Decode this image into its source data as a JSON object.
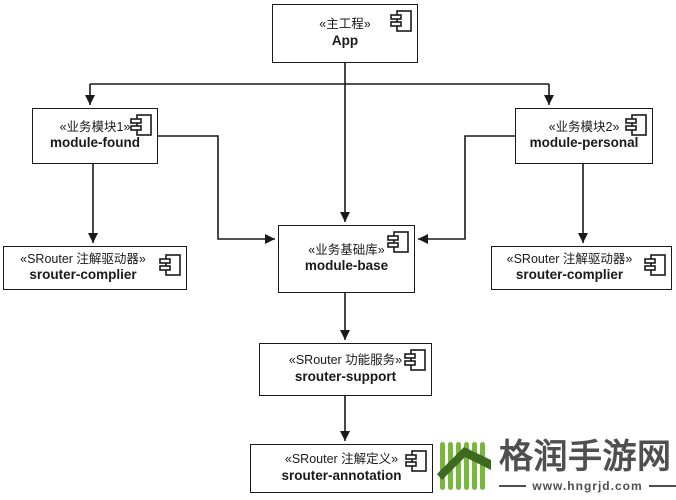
{
  "diagram": {
    "type": "uml-component-diagram",
    "line_color": "#1a1a1a",
    "node_background": "#ffffff",
    "nodes": {
      "app": {
        "stereotype": "«主工程»",
        "name": "App"
      },
      "module_found": {
        "stereotype": "«业务模块1»",
        "name": "module-found"
      },
      "module_personal": {
        "stereotype": "«业务模块2»",
        "name": "module-personal"
      },
      "module_base": {
        "stereotype": "«业务基础库»",
        "name": "module-base"
      },
      "srouter_complier_left": {
        "stereotype": "«SRouter 注解驱动器»",
        "name": "srouter-complier"
      },
      "srouter_complier_right": {
        "stereotype": "«SRouter 注解驱动器»",
        "name": "srouter-complier"
      },
      "srouter_support": {
        "stereotype": "«SRouter 功能服务»",
        "name": "srouter-support"
      },
      "srouter_annotation": {
        "stereotype": "«SRouter 注解定义»",
        "name": "srouter-annotation"
      }
    },
    "edges": [
      {
        "from": "App",
        "to": "module-found"
      },
      {
        "from": "App",
        "to": "module-personal"
      },
      {
        "from": "App",
        "to": "module-base"
      },
      {
        "from": "module-found",
        "to": "module-base"
      },
      {
        "from": "module-personal",
        "to": "module-base"
      },
      {
        "from": "module-found",
        "to": "srouter-complier"
      },
      {
        "from": "module-personal",
        "to": "srouter-complier"
      },
      {
        "from": "module-base",
        "to": "srouter-support"
      },
      {
        "from": "srouter-support",
        "to": "srouter-annotation"
      }
    ]
  },
  "watermark": {
    "title": "格润手游网",
    "url": "www.hngrjd.com",
    "text_color": "#4f4f4f",
    "logo_stripe_color": "#77b83d",
    "logo_roof_color": "#3d6a1e"
  }
}
